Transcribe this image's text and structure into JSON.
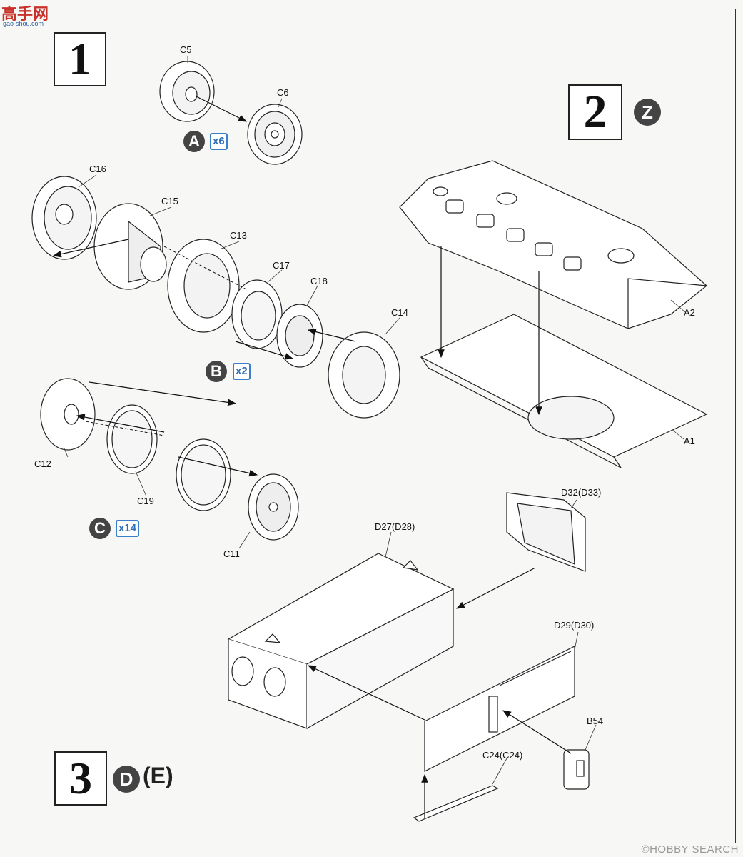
{
  "logo": {
    "text": "高手网",
    "sub": "gao-shou.com"
  },
  "watermark": "©HOBBY SEARCH",
  "steps": [
    {
      "number": "1"
    },
    {
      "number": "2",
      "badge": "Z"
    },
    {
      "number": "3",
      "badge": "D",
      "badge_alt": "(E)"
    }
  ],
  "subassemblies": [
    {
      "badge": "A",
      "multiplier": "x6"
    },
    {
      "badge": "B",
      "multiplier": "x2"
    },
    {
      "badge": "C",
      "multiplier": "x14"
    }
  ],
  "parts": {
    "c5": "C5",
    "c6": "C6",
    "c16": "C16",
    "c15": "C15",
    "c13": "C13",
    "c17": "C17",
    "c18": "C18",
    "c14": "C14",
    "c12": "C12",
    "c19": "C19",
    "c11": "C11",
    "a2": "A2",
    "a1": "A1",
    "d32": "D32(D33)",
    "d27": "D27(D28)",
    "d29": "D29(D30)",
    "b54": "B54",
    "c24": "C24(C24)"
  }
}
